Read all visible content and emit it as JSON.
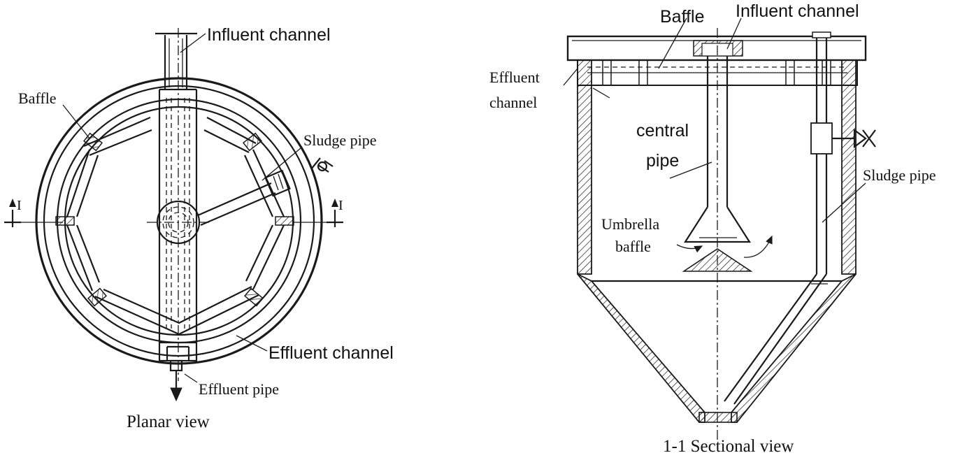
{
  "planar": {
    "title": "Planar view",
    "labels": {
      "influent_channel": "Influent channel",
      "baffle": "Baffle",
      "sludge_pipe": "Sludge pipe",
      "effluent_channel": "Effluent channel",
      "effluent_pipe": "Effluent pipe",
      "section_left": "I",
      "section_right": "I"
    }
  },
  "section": {
    "title": "1-1 Sectional view",
    "labels": {
      "baffle": "Baffle",
      "influent_channel": "Influent channel",
      "effluent_channel_line1": "Effluent",
      "effluent_channel_line2": "channel",
      "central_pipe_line1": "central",
      "central_pipe_line2": "pipe",
      "sludge_pipe": "Sludge pipe",
      "umbrella_baffle_line1": "Umbrella",
      "umbrella_baffle_line2": "baffle"
    }
  }
}
